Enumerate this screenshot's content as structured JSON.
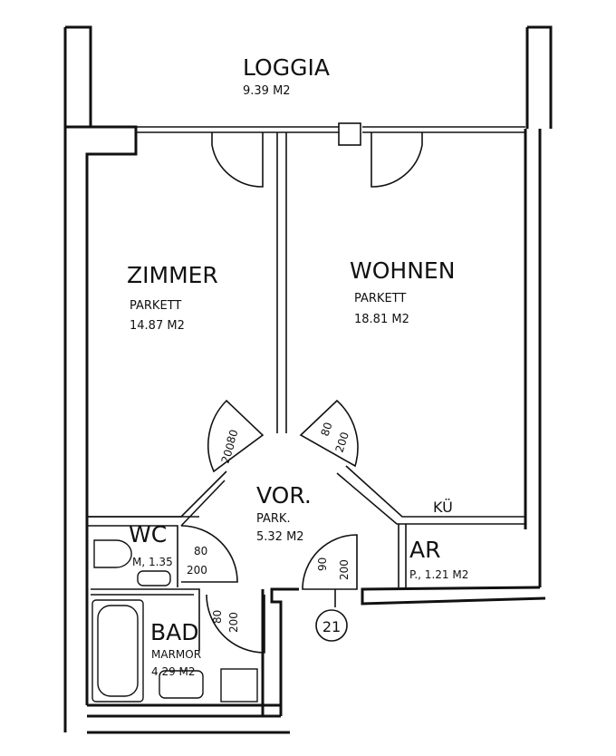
{
  "rooms": {
    "loggia": {
      "name": "LOGGIA",
      "area": "9.39 M2"
    },
    "zimmer": {
      "name": "ZIMMER",
      "floor": "PARKETT",
      "area": "14.87 M2"
    },
    "wohnen": {
      "name": "WOHNEN",
      "floor": "PARKETT",
      "area": "18.81 M2"
    },
    "vor": {
      "name": "VOR.",
      "floor": "PARK.",
      "area": "5.32 M2"
    },
    "wc": {
      "name": "WC",
      "area": "M, 1.35"
    },
    "bad": {
      "name": "BAD",
      "floor": "MARMOR",
      "area": "4.29 M2"
    },
    "ar": {
      "name": "AR",
      "area": "P., 1.21 M2"
    },
    "kue": {
      "name": "KÜ"
    }
  },
  "doors": {
    "zimmer": {
      "w": "80",
      "h": "200"
    },
    "wohnen": {
      "w": "80",
      "h": "200"
    },
    "wc": {
      "w": "80",
      "h": "200"
    },
    "bad": {
      "w": "80",
      "h": "200"
    },
    "entry": {
      "w": "90",
      "h": "200"
    }
  },
  "unit_number": "21"
}
